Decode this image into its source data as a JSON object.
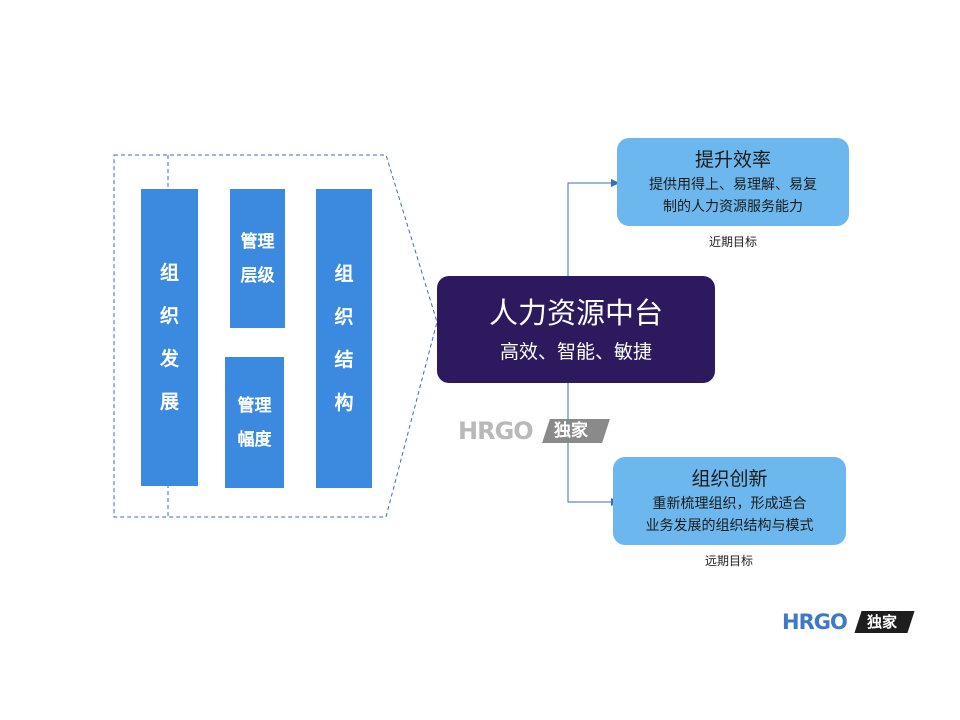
{
  "left_group": {
    "pillar_1": "组织发展",
    "pillar_2": "管理层级",
    "pillar_3": "管理幅度",
    "pillar_4": "组织结构"
  },
  "center": {
    "title": "人力资源中台",
    "subtitle": "高效、智能、敏捷"
  },
  "top_card": {
    "title": "提升效率",
    "desc_line1": "提供用得上、易理解、易复",
    "desc_line2": "制的人力资源服务能力",
    "goal": "近期目标"
  },
  "bottom_card": {
    "title": "组织创新",
    "desc_line1": "重新梳理组织，形成适合",
    "desc_line2": "业务发展的组织结构与模式",
    "goal": "远期目标"
  },
  "watermark": {
    "brand": "HRGO",
    "tag": "独家"
  },
  "colors": {
    "pillar": "#3b8ae0",
    "center": "#2d1a5e",
    "card": "#6cb8ee",
    "line": "#3a6fb5"
  }
}
